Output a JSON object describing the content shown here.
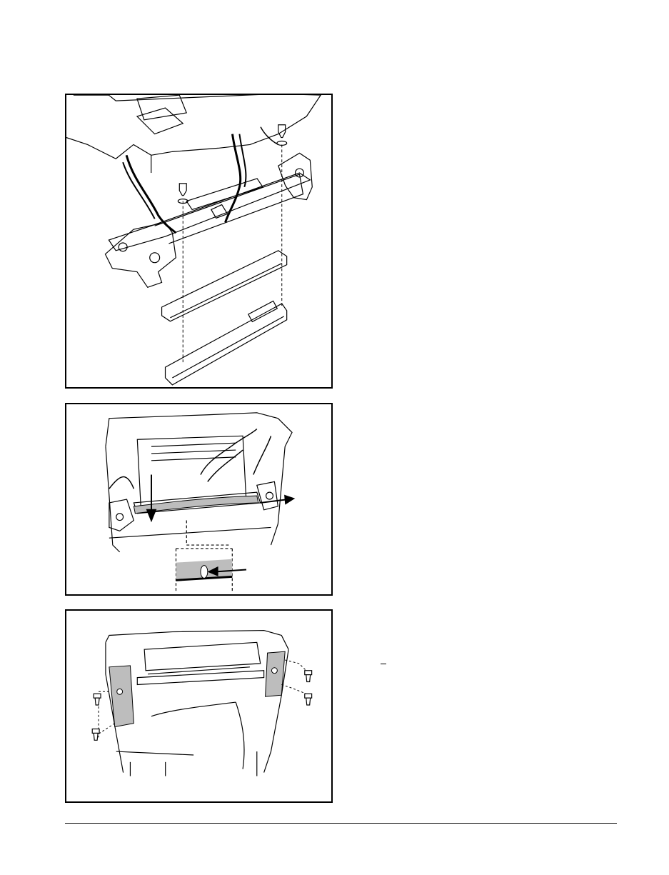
{
  "page": {
    "figures": [
      {
        "id": "fig1",
        "subject": "printhead-assembly-exploded-view"
      },
      {
        "id": "fig2",
        "subject": "printhead-cable-routing"
      },
      {
        "id": "fig3",
        "subject": "cover-screws-removal"
      }
    ],
    "dash_mark": "–"
  }
}
